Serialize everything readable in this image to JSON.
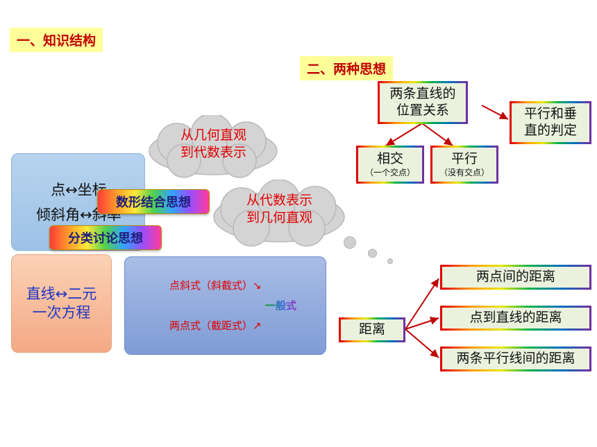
{
  "section1_title": "一、知识结构",
  "section2_title": "二、两种思想",
  "cloud1": {
    "line1": "从几何直观",
    "line2": "到代数表示"
  },
  "cloud2": {
    "line1": "从代数表示",
    "line2": "到几何直观"
  },
  "blue_box": {
    "line1": "点↔坐标",
    "line2": "倾斜角↔斜率"
  },
  "scroll1": "数形结合思想",
  "scroll2": "分类讨论思想",
  "orange_box": {
    "line1": "直线↔二元",
    "line2": "一次方程"
  },
  "forms_box": {
    "point_slope": "点斜式（斜截式）↘",
    "general": "一般式",
    "two_point": "两点式（截距式）↗"
  },
  "relation_box": {
    "line1": "两条直线的",
    "line2": "位置关系"
  },
  "parallel_perp_box": {
    "line1": "平行和垂",
    "line2": "直的判定"
  },
  "intersect_box": {
    "main": "相交",
    "sub": "（一个交点）"
  },
  "parallel_box": {
    "main": "平行",
    "sub": "（没有交点）"
  },
  "distance_box": "距离",
  "distance_items": [
    "两点间的距离",
    "点到直线的距离",
    "两条平行线间的距离"
  ],
  "colors": {
    "title_bg": "#ffff99",
    "title_text": "#c00000",
    "arrow": "#c00000",
    "box_fill": "#eaf1dd"
  }
}
